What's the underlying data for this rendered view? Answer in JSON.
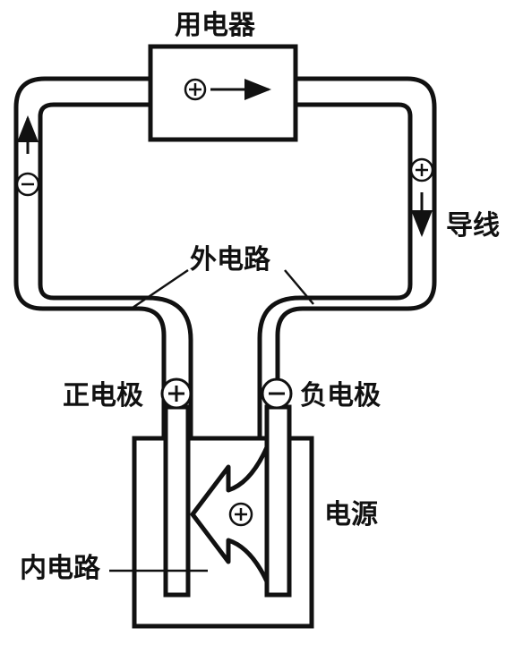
{
  "labels": {
    "appliance": "用电器",
    "wire": "导线",
    "external_circuit": "外电路",
    "positive_electrode": "正电极",
    "negative_electrode": "负电极",
    "power_source": "电源",
    "internal_circuit": "内电路"
  },
  "symbols": {
    "plus": "+",
    "minus": "−"
  },
  "colors": {
    "stroke": "#111111",
    "background": "#ffffff"
  }
}
